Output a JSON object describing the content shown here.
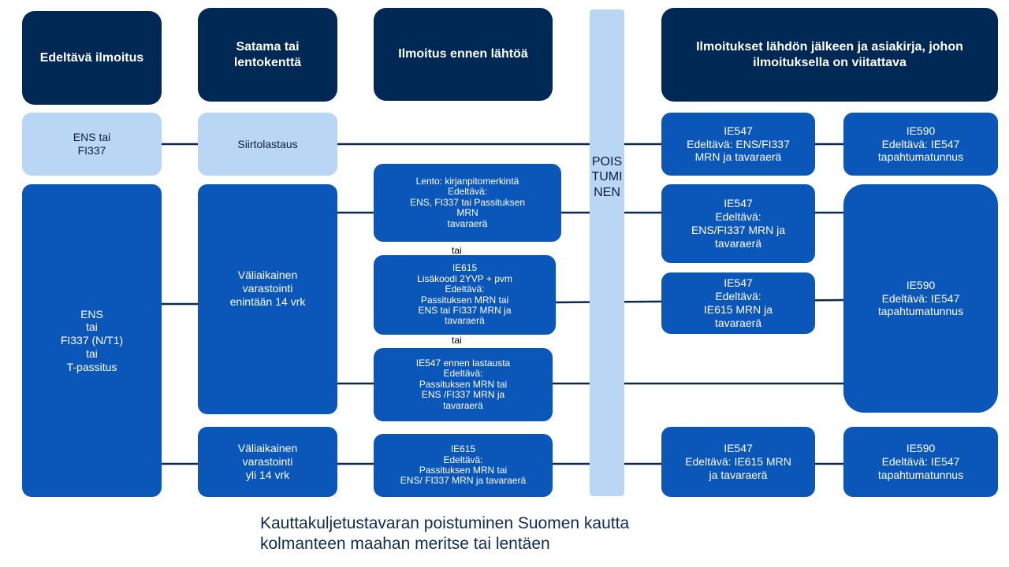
{
  "headers": {
    "prior": "Edeltävä ilmoitus",
    "port": "Satama tai lentokenttä",
    "before_departure": "Ilmoitus ennen lähtöä",
    "after_departure": "Ilmoitukset lähdön jälkeen ja asiakirja, johon ilmoituksella on viitattava"
  },
  "exit_label": "POISTUMINEN",
  "nodes": {
    "ens_fi337": [
      "ENS tai",
      "FI337"
    ],
    "transshipment": "Siirtolastaus",
    "ie547_top": [
      "IE547",
      "Edeltävä: ENS/FI337",
      "MRN ja tavaraerä"
    ],
    "ie590_top": [
      "IE590",
      "Edeltävä: IE547",
      "tapahtumatunnus"
    ],
    "ens_group": [
      "ENS",
      "tai",
      "FI337 (N/T1)",
      "tai",
      "T-passitus"
    ],
    "temp_storage_14": [
      "Väliaikainen",
      "varastointi",
      "enintään 14 vrk"
    ],
    "flight_entry": [
      "Lento: kirjanpitomerkintä",
      "Edeltävä:",
      "ENS, FI337 tai Passituksen",
      "MRN",
      "tavaraerä"
    ],
    "ie615_mid": [
      "IE615",
      "Lisäkoodi 2YVP + pvm",
      "Edeltävä:",
      "Passituksen MRN tai",
      "ENS tai FI337 MRN ja",
      "tavaraerä"
    ],
    "ie547_before_loading": [
      "IE547 ennen lastausta",
      "Edeltävä:",
      "Passituksen MRN tai",
      "ENS /FI337  MRN ja",
      "tavaraerä"
    ],
    "ie547_mid1": [
      "IE547",
      "Edeltävä:",
      "ENS/FI337 MRN ja",
      "tavaraerä"
    ],
    "ie547_mid2": [
      "IE547",
      "Edeltävä:",
      "IE615 MRN ja",
      "tavaraerä"
    ],
    "ie590_mid": [
      "IE590",
      "Edeltävä: IE547",
      "tapahtumatunnus"
    ],
    "temp_storage_over14": [
      "Väliaikainen",
      "varastointi",
      "yli 14 vrk"
    ],
    "ie615_bottom": [
      "IE615",
      "Edeltävä:",
      "Passituksen MRN tai",
      "ENS/ FI337 MRN ja tavaraerä"
    ],
    "ie547_bottom": [
      "IE547",
      "Edeltävä: IE615 MRN",
      "ja tavaraerä"
    ],
    "ie590_bottom": [
      "IE590",
      "Edeltävä: IE547",
      "tapahtumatunnus"
    ]
  },
  "or_labels": [
    "tai",
    "tai"
  ],
  "title": [
    "Kauttakuljetustavaran poistuminen Suomen kautta",
    "kolmanteen maahan meritse tai lentäen"
  ],
  "colors": {
    "header": "#002855",
    "light_box": "#bad6f5",
    "dark_box": "#0b56b9",
    "connector": "#0d2a4a",
    "title_text": "#0f2b52"
  }
}
